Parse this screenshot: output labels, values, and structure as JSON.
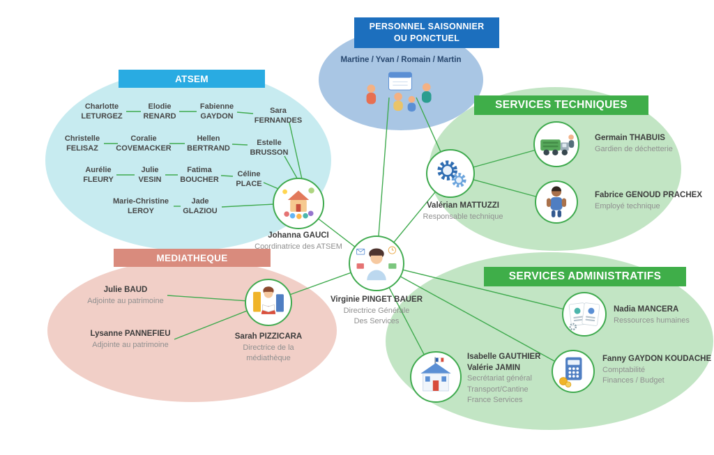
{
  "colors": {
    "connector": "#3faa4e",
    "seasonal_header": "#1c6fbe",
    "seasonal_ellipse": "#a9c6e4",
    "atsem_header": "#29abe2",
    "atsem_ellipse": "#c7ebf0",
    "mediatheque_header": "#d98b7d",
    "mediatheque_ellipse": "#f1cfc7",
    "services_header": "#3fae49",
    "services_ellipse": "#c2e5c4"
  },
  "seasonal": {
    "title_line1": "PERSONNEL SAISONNIER",
    "title_line2": "OU PONCTUEL",
    "names": "Martine / Yvan / Romain / Martin"
  },
  "atsem": {
    "title": "ATSEM",
    "members": [
      {
        "first": "Charlotte",
        "last": "LETURGEZ"
      },
      {
        "first": "Elodie",
        "last": "RENARD"
      },
      {
        "first": "Fabienne",
        "last": "GAYDON"
      },
      {
        "first": "Sara",
        "last": "FERNANDES"
      },
      {
        "first": "Christelle",
        "last": "FELISAZ"
      },
      {
        "first": "Coralie",
        "last": "COVEMACKER"
      },
      {
        "first": "Hellen",
        "last": "BERTRAND"
      },
      {
        "first": "Estelle",
        "last": "BRUSSON"
      },
      {
        "first": "Aurélie",
        "last": "FLEURY"
      },
      {
        "first": "Julie",
        "last": "VESIN"
      },
      {
        "first": "Fatima",
        "last": "BOUCHER"
      },
      {
        "first": "Céline",
        "last": "PLACE"
      },
      {
        "first": "Marie-Christine",
        "last": "LEROY"
      },
      {
        "first": "Jade",
        "last": "GLAZIOU"
      }
    ],
    "coordinator": {
      "name": "Johanna GAUCI",
      "role": "Coordinatrice des ATSEM"
    }
  },
  "technical": {
    "title": "SERVICES TECHNIQUES",
    "manager": {
      "name": "Valérian MATTUZZI",
      "role": "Responsable technique"
    },
    "staff": [
      {
        "name": "Germain THABUIS",
        "role": "Gardien de déchetterie"
      },
      {
        "name": "Fabrice GENOUD PRACHEX",
        "role": "Employé technique"
      }
    ]
  },
  "director": {
    "name": "Virginie PINGET BAUER",
    "role_line1": "Directrice Générale",
    "role_line2": "Des Services"
  },
  "mediatheque": {
    "title": "MEDIATHEQUE",
    "staff": [
      {
        "name": "Julie BAUD",
        "role": "Adjointe au patrimoine"
      },
      {
        "name": "Lysanne PANNEFIEU",
        "role": "Adjointe au patrimoine"
      }
    ],
    "director": {
      "name": "Sarah PIZZICARA",
      "role_line1": "Directrice de la",
      "role_line2": "médiathèque"
    }
  },
  "administrative": {
    "title": "SERVICES ADMINISTRATIFS",
    "hr": {
      "name": "Nadia MANCERA",
      "role": "Ressources humaines"
    },
    "finance": {
      "name": "Fanny GAYDON KOUDACHE",
      "role_line1": "Comptabilité",
      "role_line2": "Finances / Budget"
    },
    "secretariat": {
      "name_line1": "Isabelle GAUTHIER",
      "name_line2": "Valérie JAMIN",
      "role_line1": "Secrétariat général",
      "role_line2": "Transport/Cantine",
      "role_line3": "France Services"
    }
  },
  "icons": {
    "seasonal_group": "seasonal-activities-icon",
    "atsem_coordinator": "school-children-icon",
    "technical_manager": "gears-icon",
    "dechetterie": "garbage-truck-icon",
    "employe_technique": "technician-icon",
    "director": "multitasking-director-icon",
    "mediatheque_director": "librarian-books-icon",
    "hr": "id-badges-icon",
    "finance": "calculator-icon",
    "secretariat": "town-hall-icon"
  }
}
